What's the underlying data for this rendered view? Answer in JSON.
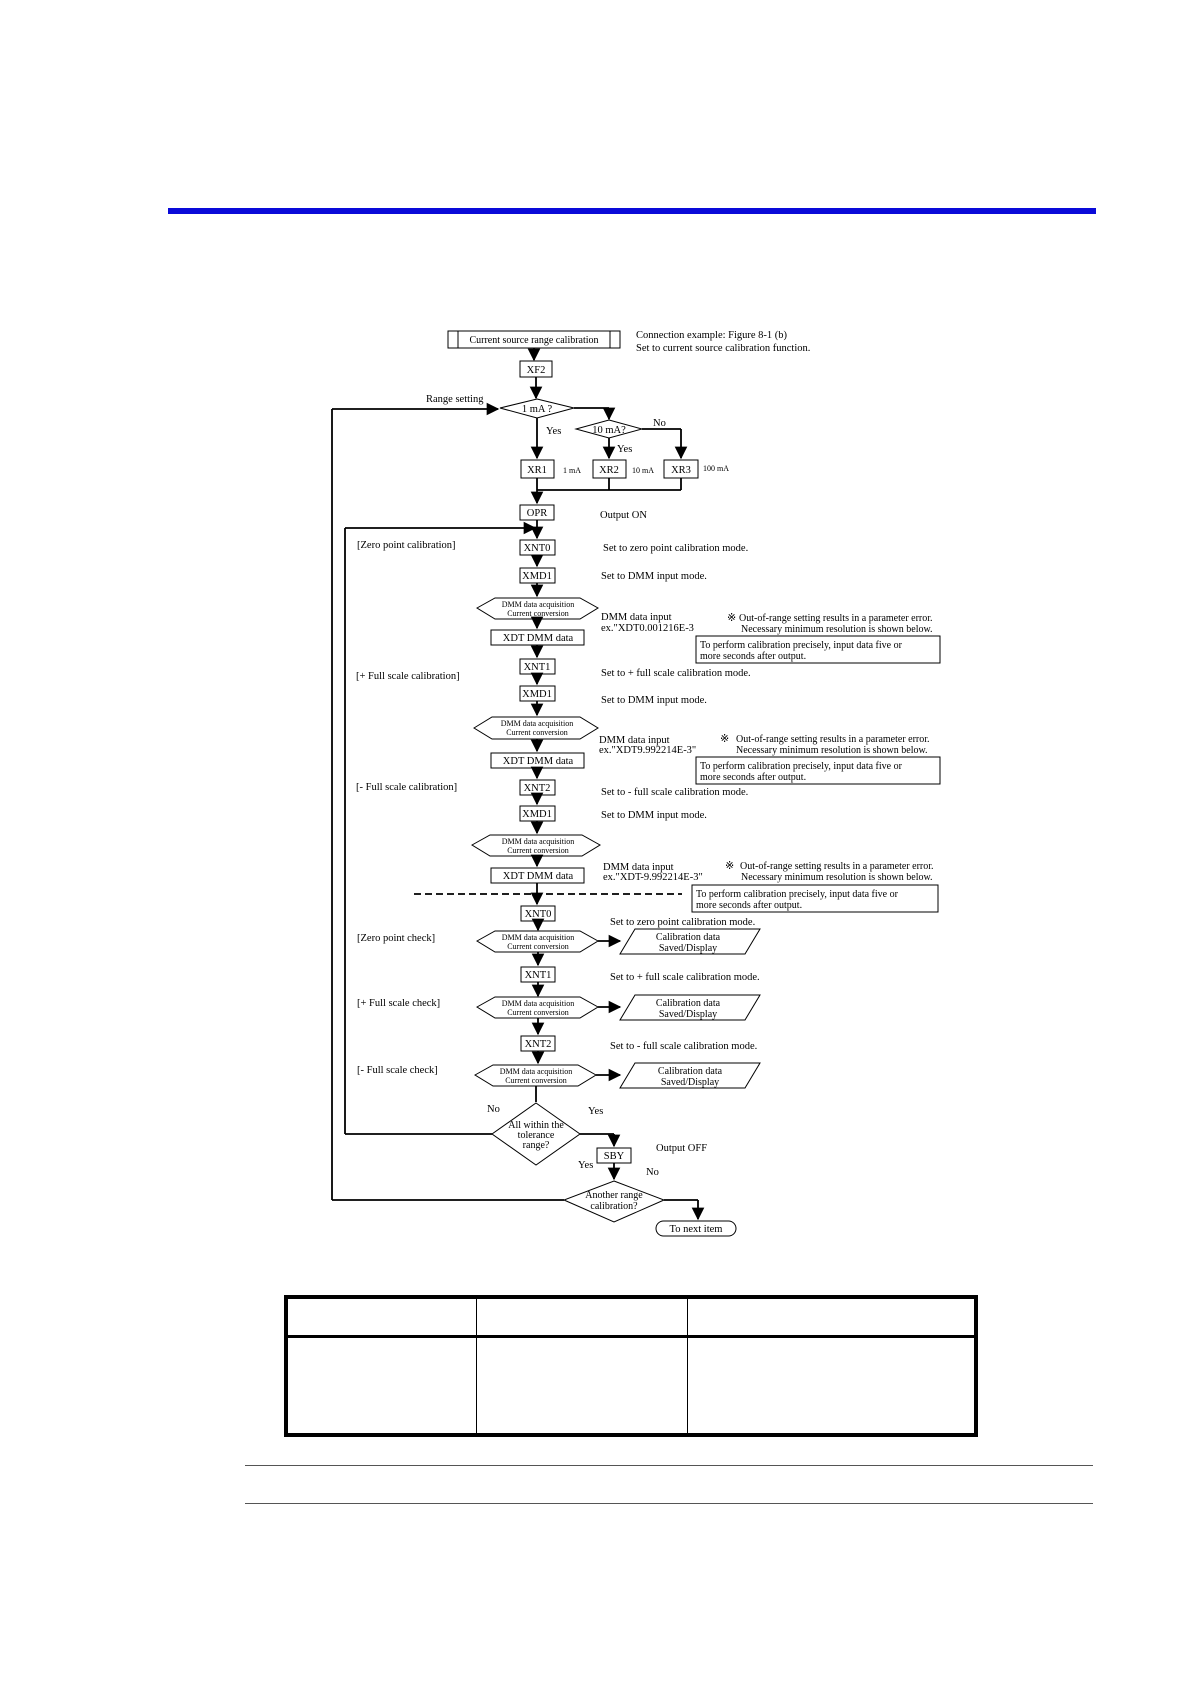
{
  "flowchart": {
    "start": "Current source range calibration",
    "connection_note": "Connection example: Figure 8-1 (b)",
    "set_note": "Set to current source calibration function.",
    "xf2": "XF2",
    "range_setting": "Range setting",
    "d_1ma": "1 mA ?",
    "d_10ma": "10 mA?",
    "yes": "Yes",
    "no": "No",
    "xr1": "XR1",
    "xr2": "XR2",
    "xr3": "XR3",
    "r1": "1 mA",
    "r2": "10 mA",
    "r3": "100 mA",
    "opr": "OPR",
    "output_on": "Output ON",
    "zero_cal": "[Zero point calibration]",
    "plus_cal": "[+ Full scale calibration]",
    "minus_cal": "[- Full scale calibration]",
    "xnt0": "XNT0",
    "xnt1": "XNT1",
    "xnt2": "XNT2",
    "xmd1": "XMD1",
    "set_zero": "Set to zero point calibration mode.",
    "set_plus": "Set to + full scale calibration mode.",
    "set_minus": "Set to - full scale calibration mode.",
    "set_dmm": "Set to DMM input mode.",
    "dmm_acq": "DMM data acquisition",
    "cur_conv": "Current conversion",
    "xdt": "XDT DMM data",
    "dmm_input": "DMM data input",
    "ex1": "ex.\"XDT0.001216E-3",
    "ex2": "ex.\"XDT9.992214E-3\"",
    "ex3": "ex.\"XDT-9.992214E-3\"",
    "ref_mark": "※",
    "oor1": "Out-of-range setting results in a parameter error.",
    "oor2": "Necessary minimum resolution is shown below.",
    "precise1": "To perform calibration precisely, input data five or",
    "precise2": "more seconds after output.",
    "zero_check": "[Zero point check]",
    "plus_check": "[+ Full scale check]",
    "minus_check": "[- Full scale check]",
    "cal_data": "Calibration data",
    "saved": "Saved/Display",
    "all_within_1": "All within the",
    "all_within_2": "tolerance",
    "all_within_3": "range?",
    "sby": "SBY",
    "output_off": "Output OFF",
    "another_1": "Another range",
    "another_2": "calibration?",
    "next": "To next item"
  },
  "colors": {
    "header_bar": "#0a0ad9"
  }
}
